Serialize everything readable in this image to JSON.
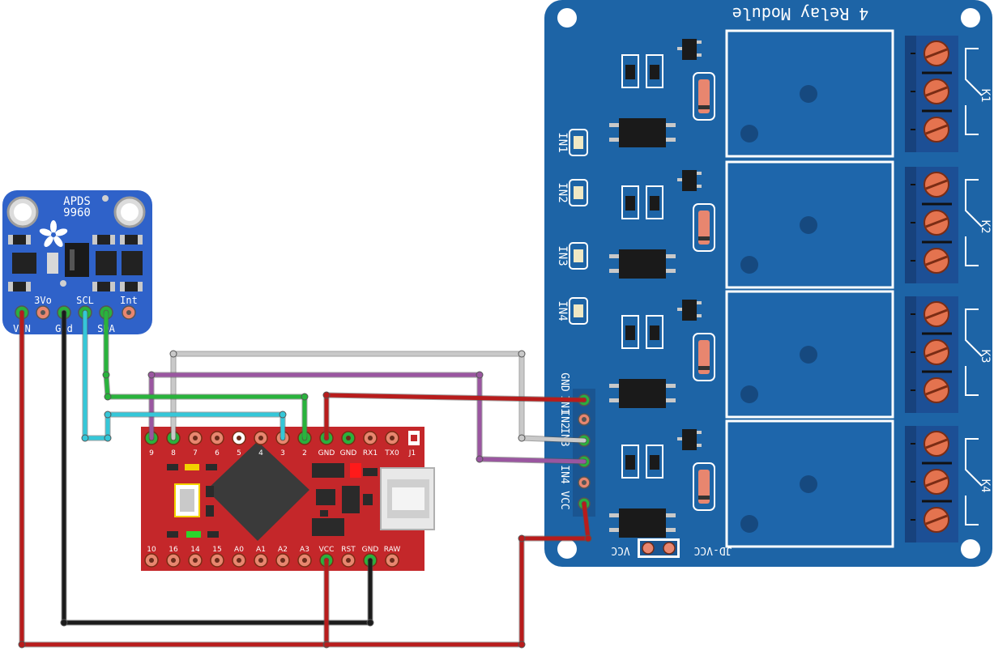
{
  "sensor": {
    "title_line1": "APDS",
    "title_line2": "9960",
    "top_pins": [
      "3Vo",
      "SCL",
      "Int"
    ],
    "bottom_pins": [
      "VIN",
      "Gnd",
      "SDA"
    ]
  },
  "mcu": {
    "top_pins": [
      "9",
      "8",
      "7",
      "6",
      "5",
      "4",
      "3",
      "2",
      "GND",
      "GND",
      "RX1",
      "TX0",
      "J1"
    ],
    "bottom_pins": [
      "10",
      "16",
      "14",
      "15",
      "A0",
      "A1",
      "A2",
      "A3",
      "VCC",
      "RST",
      "GND",
      "RAW"
    ]
  },
  "relay": {
    "title": "4 Relay Module",
    "header_labels": [
      "GND",
      "IN1",
      "IN2",
      "IN3",
      "IN4",
      "VCC"
    ],
    "led_labels": [
      "IN1",
      "IN2",
      "IN3",
      "IN4"
    ],
    "relay_labels": [
      "K1",
      "K2",
      "K3",
      "K4"
    ],
    "jumper_left": "VCC",
    "jumper_right": "JD-VCC"
  },
  "colors": {
    "sensor_board": "#2f62c9",
    "mcu_board": "#c4272a",
    "relay_board": "#1d64a6",
    "relay_block": "#1e66ab",
    "terminal_block": "#1c4f95",
    "wire_red": "#b81c1c",
    "wire_black": "#1b1b1b",
    "wire_cyan": "#35c7d8",
    "wire_green": "#29b33c",
    "wire_purple": "#9a56a0",
    "wire_gray": "#c9c9c9"
  }
}
